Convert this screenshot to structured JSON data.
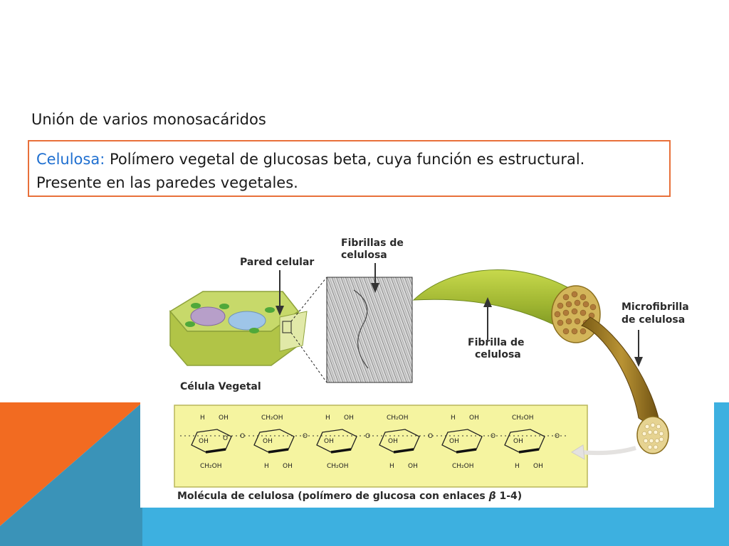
{
  "slide": {
    "subtitle": "Unión de varios monosacáridos",
    "definition": {
      "term": "Celulosa:",
      "text": " Polímero vegetal de glucosas beta, cuya función es estructural.",
      "line2": "Presente en las paredes vegetales."
    },
    "colors": {
      "orange": "#f26b21",
      "teal": "#3a93b8",
      "light_blue": "#3db0e0",
      "box_border": "#e8703a",
      "term_blue": "#1f6fd0"
    }
  },
  "figure": {
    "labels": {
      "pared": "Pared celular",
      "fibrillas_1": "Fibrillas de",
      "fibrillas_2": "celulosa",
      "fibrilla_1": "Fibrilla de",
      "fibrilla_2": "celulosa",
      "micro_1": "Microfibrilla",
      "micro_2": "de celulosa",
      "celula": "Célula Vegetal"
    },
    "caption": "Molécula de celulosa (polímero de glucosa con enlaces",
    "caption_beta": "β",
    "caption_bond": "1-4)",
    "chem": {
      "h": "H",
      "oh": "OH",
      "ch2oh": "CH₂OH",
      "o": "O"
    }
  }
}
